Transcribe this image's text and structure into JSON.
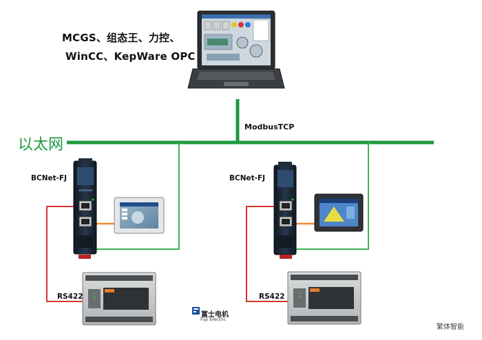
{
  "scada": {
    "line1": "MCGS、组态王、力控、",
    "line2": "WinCC、KepWare OPC"
  },
  "network": {
    "ethernet_label": "以太网",
    "protocol_label": "ModbusTCP"
  },
  "nodes": [
    {
      "gateway_label": "BCNet-FJ",
      "serial_label": "RS422"
    },
    {
      "gateway_label": "BCNet-FJ",
      "serial_label": "RS422"
    }
  ],
  "brand": {
    "name": "富士电机",
    "name_en": "Fuji Electric"
  },
  "watermark": "繁体智能",
  "colors": {
    "ethernet": "#1e9a40",
    "rs422": "#d9342b",
    "hmi_link": "#f08a2c",
    "gateway": "#1e2b3a"
  }
}
